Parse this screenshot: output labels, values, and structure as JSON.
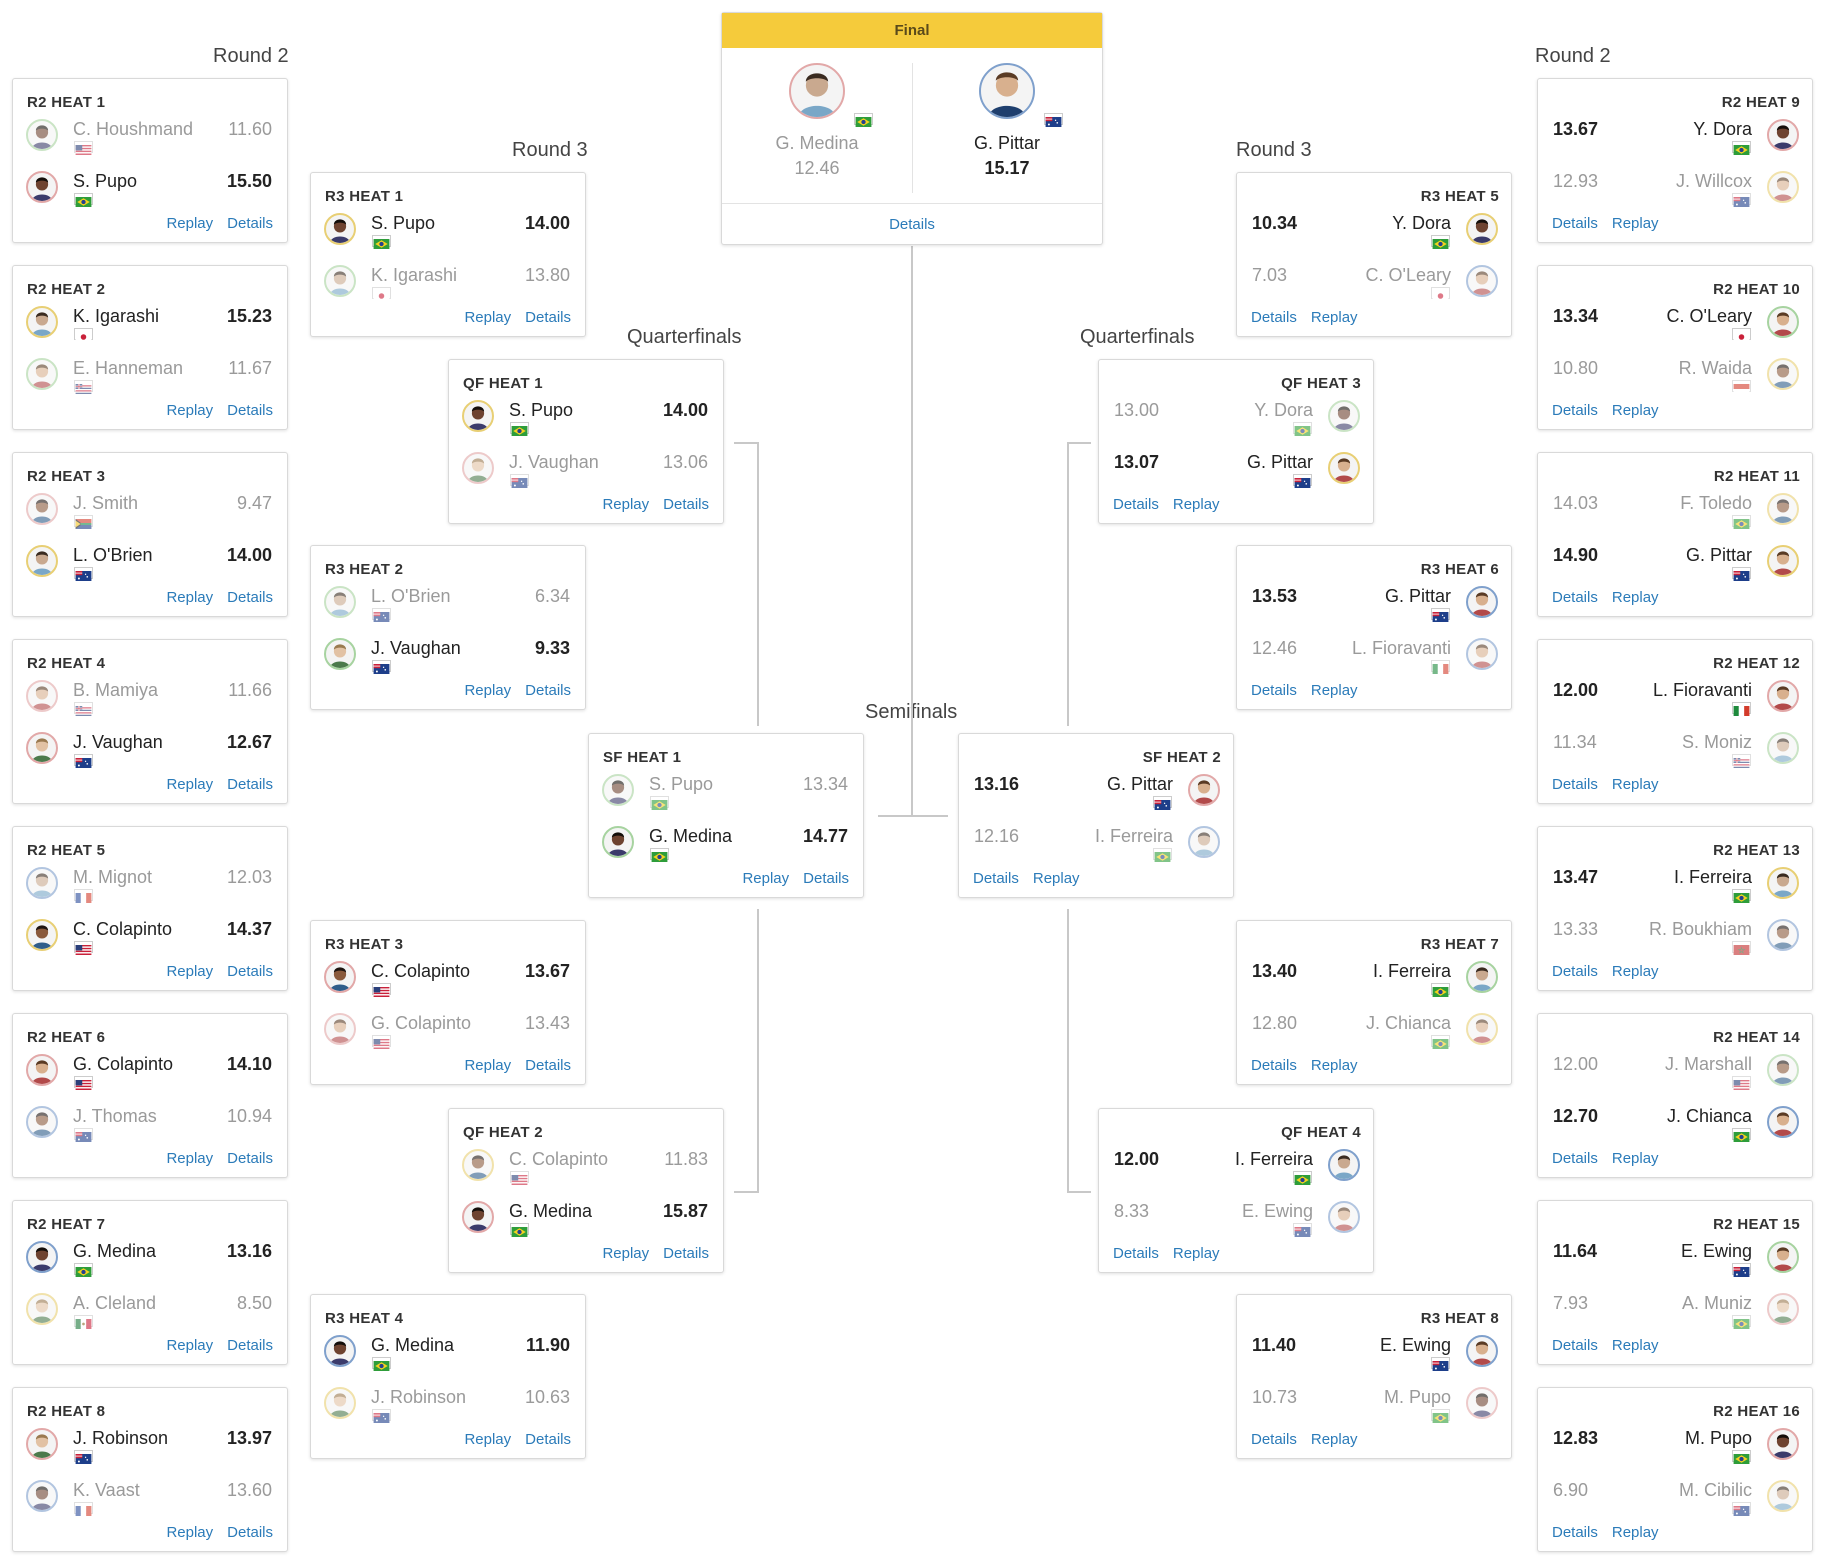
{
  "round_labels": {
    "left_round2": "Round 2",
    "left_round3": "Round 3",
    "left_quarterfinals": "Quarterfinals",
    "semifinals": "Semifinals",
    "right_quarterfinals": "Quarterfinals",
    "right_round3": "Round 3",
    "right_round2": "Round 2"
  },
  "links": {
    "replay": "Replay",
    "details": "Details"
  },
  "final": {
    "title": "Final",
    "details": "Details",
    "athletes": [
      {
        "name": "G. Medina",
        "score": "12.46",
        "flag": "BRA",
        "winner": false
      },
      {
        "name": "G. Pittar",
        "score": "15.17",
        "flag": "AUS",
        "winner": true
      }
    ]
  },
  "left_heats": [
    {
      "title": "R2 HEAT 1",
      "athletes": [
        {
          "name": "C. Houshmand",
          "score": "11.60",
          "flag": "USA",
          "winner": false
        },
        {
          "name": "S. Pupo",
          "score": "15.50",
          "flag": "BRA",
          "winner": true
        }
      ]
    },
    {
      "title": "R2 HEAT 2",
      "athletes": [
        {
          "name": "K. Igarashi",
          "score": "15.23",
          "flag": "JPN",
          "winner": true
        },
        {
          "name": "E. Hanneman",
          "score": "11.67",
          "flag": "HAW",
          "winner": false
        }
      ]
    },
    {
      "title": "R2 HEAT 3",
      "athletes": [
        {
          "name": "J. Smith",
          "score": "9.47",
          "flag": "RSA",
          "winner": false
        },
        {
          "name": "L. O'Brien",
          "score": "14.00",
          "flag": "AUS",
          "winner": true
        }
      ]
    },
    {
      "title": "R2 HEAT 4",
      "athletes": [
        {
          "name": "B. Mamiya",
          "score": "11.66",
          "flag": "HAW",
          "winner": false
        },
        {
          "name": "J. Vaughan",
          "score": "12.67",
          "flag": "AUS",
          "winner": true
        }
      ]
    },
    {
      "title": "R2 HEAT 5",
      "athletes": [
        {
          "name": "M. Mignot",
          "score": "12.03",
          "flag": "FRA",
          "winner": false
        },
        {
          "name": "C. Colapinto",
          "score": "14.37",
          "flag": "USA",
          "winner": true
        }
      ]
    },
    {
      "title": "R2 HEAT 6",
      "athletes": [
        {
          "name": "G. Colapinto",
          "score": "14.10",
          "flag": "USA",
          "winner": true
        },
        {
          "name": "J. Thomas",
          "score": "10.94",
          "flag": "AUS",
          "winner": false
        }
      ]
    },
    {
      "title": "R2 HEAT 7",
      "athletes": [
        {
          "name": "G. Medina",
          "score": "13.16",
          "flag": "BRA",
          "winner": true
        },
        {
          "name": "A. Cleland",
          "score": "8.50",
          "flag": "MEX",
          "winner": false
        }
      ]
    },
    {
      "title": "R2 HEAT 8",
      "athletes": [
        {
          "name": "J. Robinson",
          "score": "13.97",
          "flag": "AUS",
          "winner": true
        },
        {
          "name": "K. Vaast",
          "score": "13.60",
          "flag": "FRA",
          "winner": false
        }
      ]
    },
    {
      "title": "R3 HEAT 1",
      "athletes": [
        {
          "name": "S. Pupo",
          "score": "14.00",
          "flag": "BRA",
          "winner": true
        },
        {
          "name": "K. Igarashi",
          "score": "13.80",
          "flag": "JPN",
          "winner": false
        }
      ]
    },
    {
      "title": "R3 HEAT 2",
      "athletes": [
        {
          "name": "L. O'Brien",
          "score": "6.34",
          "flag": "AUS",
          "winner": false
        },
        {
          "name": "J. Vaughan",
          "score": "9.33",
          "flag": "AUS",
          "winner": true
        }
      ]
    },
    {
      "title": "R3 HEAT 3",
      "athletes": [
        {
          "name": "C. Colapinto",
          "score": "13.67",
          "flag": "USA",
          "winner": true
        },
        {
          "name": "G. Colapinto",
          "score": "13.43",
          "flag": "USA",
          "winner": false
        }
      ]
    },
    {
      "title": "R3 HEAT 4",
      "athletes": [
        {
          "name": "G. Medina",
          "score": "11.90",
          "flag": "BRA",
          "winner": true
        },
        {
          "name": "J. Robinson",
          "score": "10.63",
          "flag": "AUS",
          "winner": false
        }
      ]
    },
    {
      "title": "QF HEAT 1",
      "athletes": [
        {
          "name": "S. Pupo",
          "score": "14.00",
          "flag": "BRA",
          "winner": true
        },
        {
          "name": "J. Vaughan",
          "score": "13.06",
          "flag": "AUS",
          "winner": false
        }
      ]
    },
    {
      "title": "QF HEAT 2",
      "athletes": [
        {
          "name": "C. Colapinto",
          "score": "11.83",
          "flag": "USA",
          "winner": false
        },
        {
          "name": "G. Medina",
          "score": "15.87",
          "flag": "BRA",
          "winner": true
        }
      ]
    },
    {
      "title": "SF HEAT 1",
      "athletes": [
        {
          "name": "S. Pupo",
          "score": "13.34",
          "flag": "BRA",
          "winner": false
        },
        {
          "name": "G. Medina",
          "score": "14.77",
          "flag": "BRA",
          "winner": true
        }
      ]
    }
  ],
  "right_heats": [
    {
      "title": "R2 HEAT 9",
      "athletes": [
        {
          "name": "Y. Dora",
          "score": "13.67",
          "flag": "BRA",
          "winner": true
        },
        {
          "name": "J. Willcox",
          "score": "12.93",
          "flag": "AUS",
          "winner": false
        }
      ]
    },
    {
      "title": "R2 HEAT 10",
      "athletes": [
        {
          "name": "C. O'Leary",
          "score": "13.34",
          "flag": "JPN",
          "winner": true
        },
        {
          "name": "R. Waida",
          "score": "10.80",
          "flag": "IDN",
          "winner": false
        }
      ]
    },
    {
      "title": "R2 HEAT 11",
      "athletes": [
        {
          "name": "F. Toledo",
          "score": "14.03",
          "flag": "BRA",
          "winner": false
        },
        {
          "name": "G. Pittar",
          "score": "14.90",
          "flag": "AUS",
          "winner": true
        }
      ]
    },
    {
      "title": "R2 HEAT 12",
      "athletes": [
        {
          "name": "L. Fioravanti",
          "score": "12.00",
          "flag": "ITA",
          "winner": true
        },
        {
          "name": "S. Moniz",
          "score": "11.34",
          "flag": "HAW",
          "winner": false
        }
      ]
    },
    {
      "title": "R2 HEAT 13",
      "athletes": [
        {
          "name": "I. Ferreira",
          "score": "13.47",
          "flag": "BRA",
          "winner": true
        },
        {
          "name": "R. Boukhiam",
          "score": "13.33",
          "flag": "MAR",
          "winner": false
        }
      ]
    },
    {
      "title": "R2 HEAT 14",
      "athletes": [
        {
          "name": "J. Marshall",
          "score": "12.00",
          "flag": "USA",
          "winner": false
        },
        {
          "name": "J. Chianca",
          "score": "12.70",
          "flag": "BRA",
          "winner": true
        }
      ]
    },
    {
      "title": "R2 HEAT 15",
      "athletes": [
        {
          "name": "E. Ewing",
          "score": "11.64",
          "flag": "AUS",
          "winner": true
        },
        {
          "name": "A. Muniz",
          "score": "7.93",
          "flag": "BRA",
          "winner": false
        }
      ]
    },
    {
      "title": "R2 HEAT 16",
      "athletes": [
        {
          "name": "M. Pupo",
          "score": "12.83",
          "flag": "BRA",
          "winner": true
        },
        {
          "name": "M. Cibilic",
          "score": "6.90",
          "flag": "AUS",
          "winner": false
        }
      ]
    },
    {
      "title": "R3 HEAT 5",
      "athletes": [
        {
          "name": "Y. Dora",
          "score": "10.34",
          "flag": "BRA",
          "winner": true
        },
        {
          "name": "C. O'Leary",
          "score": "7.03",
          "flag": "JPN",
          "winner": false
        }
      ]
    },
    {
      "title": "R3 HEAT 6",
      "athletes": [
        {
          "name": "G. Pittar",
          "score": "13.53",
          "flag": "AUS",
          "winner": true
        },
        {
          "name": "L. Fioravanti",
          "score": "12.46",
          "flag": "ITA",
          "winner": false
        }
      ]
    },
    {
      "title": "R3 HEAT 7",
      "athletes": [
        {
          "name": "I. Ferreira",
          "score": "13.40",
          "flag": "BRA",
          "winner": true
        },
        {
          "name": "J. Chianca",
          "score": "12.80",
          "flag": "BRA",
          "winner": false
        }
      ]
    },
    {
      "title": "R3 HEAT 8",
      "athletes": [
        {
          "name": "E. Ewing",
          "score": "11.40",
          "flag": "AUS",
          "winner": true
        },
        {
          "name": "M. Pupo",
          "score": "10.73",
          "flag": "BRA",
          "winner": false
        }
      ]
    },
    {
      "title": "QF HEAT 3",
      "athletes": [
        {
          "name": "Y. Dora",
          "score": "13.00",
          "flag": "BRA",
          "winner": false
        },
        {
          "name": "G. Pittar",
          "score": "13.07",
          "flag": "AUS",
          "winner": true
        }
      ]
    },
    {
      "title": "QF HEAT 4",
      "athletes": [
        {
          "name": "I. Ferreira",
          "score": "12.00",
          "flag": "BRA",
          "winner": true
        },
        {
          "name": "E. Ewing",
          "score": "8.33",
          "flag": "AUS",
          "winner": false
        }
      ]
    },
    {
      "title": "SF HEAT 2",
      "athletes": [
        {
          "name": "G. Pittar",
          "score": "13.16",
          "flag": "AUS",
          "winner": true
        },
        {
          "name": "I. Ferreira",
          "score": "12.16",
          "flag": "BRA",
          "winner": false
        }
      ]
    }
  ]
}
